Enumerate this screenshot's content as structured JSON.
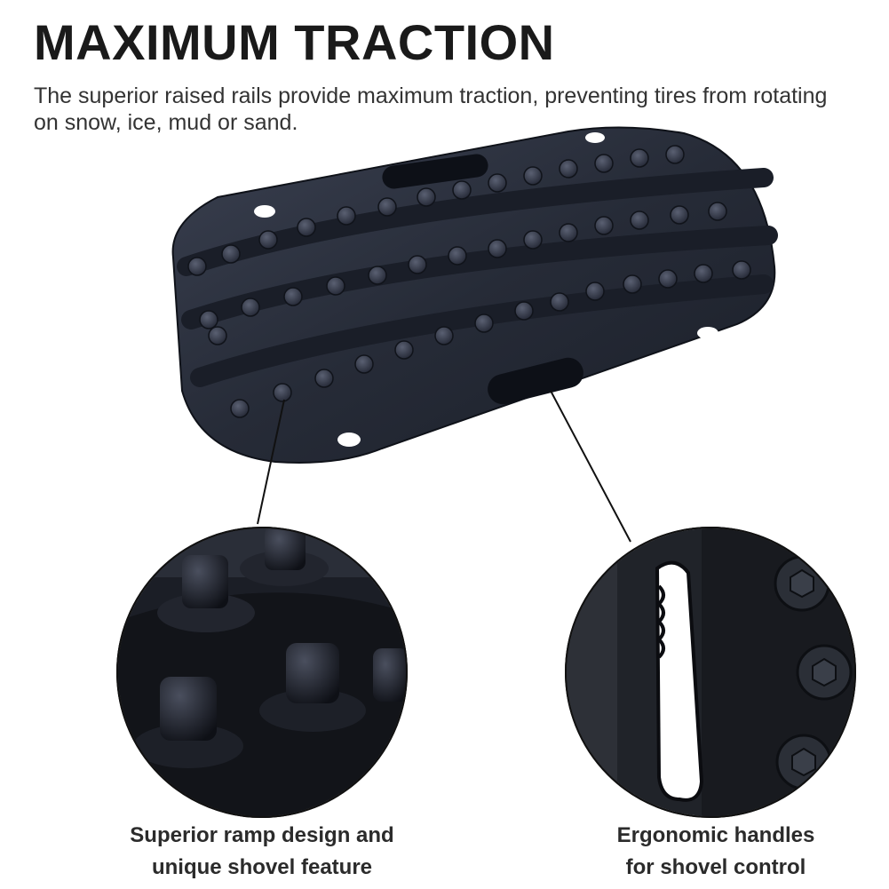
{
  "headline": "MAXIMUM TRACTION",
  "description": "The superior raised rails provide maximum traction, preventing tires from rotating on snow, ice, mud or sand.",
  "callouts": [
    {
      "id": "studs-closeup",
      "caption_lines": [
        "Superior ramp design and",
        "unique shovel feature"
      ]
    },
    {
      "id": "handle-closeup",
      "caption_lines": [
        "Ergonomic handles",
        "for shovel control"
      ]
    }
  ],
  "colors": {
    "background": "#ffffff",
    "heading": "#1a1a1a",
    "body_text": "#333333",
    "board": "#2a2f3d",
    "board_dark": "#161a24",
    "stud": "#3b4150",
    "leader_line": "#111111"
  },
  "icons": [
    "traction-board-image",
    "stud-closeup-image",
    "handle-closeup-image"
  ]
}
